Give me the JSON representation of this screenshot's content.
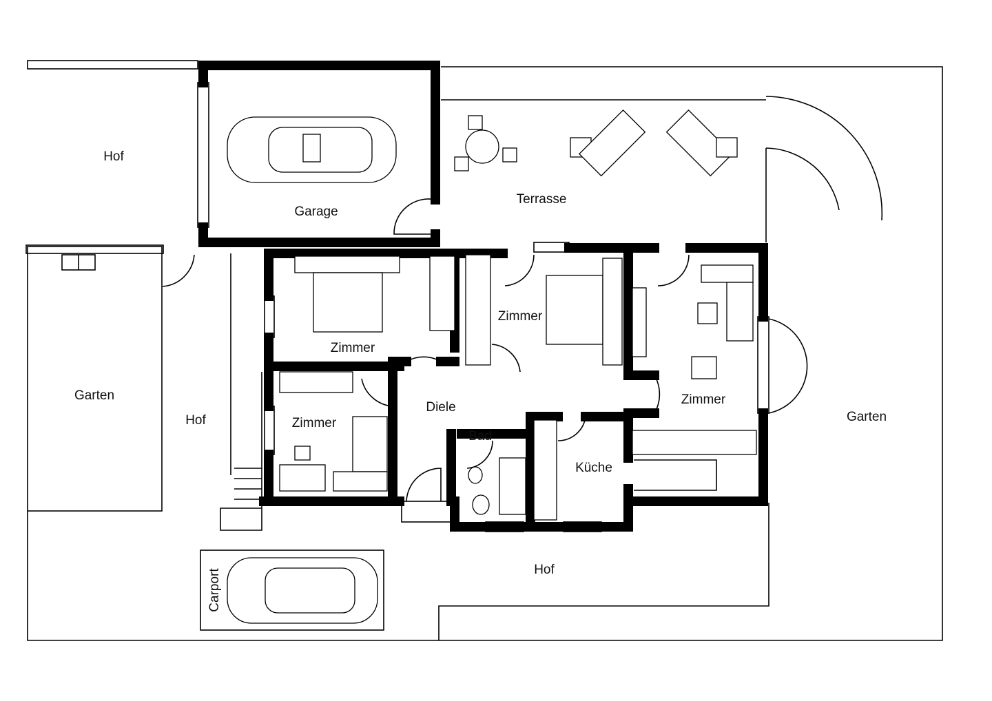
{
  "plan": {
    "rooms": {
      "hof_top_left": "Hof",
      "garage": "Garage",
      "terrasse": "Terrasse",
      "garten_left": "Garten",
      "hof_middle": "Hof",
      "zimmer_1": "Zimmer",
      "zimmer_2": "Zimmer",
      "zimmer_3": "Zimmer",
      "zimmer_4": "Zimmer",
      "diele": "Diele",
      "bad": "Bad",
      "kueche": "Küche",
      "garten_right": "Garten",
      "hof_bottom": "Hof",
      "carport": "Carport"
    },
    "colors": {
      "line": "#000000",
      "background": "#ffffff"
    }
  }
}
